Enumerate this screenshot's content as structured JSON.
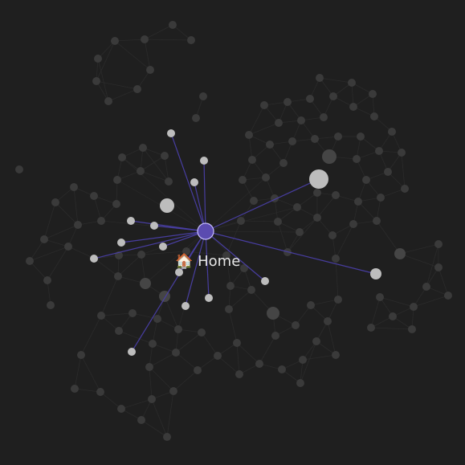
{
  "app": {
    "view": "graph",
    "theme": {
      "background": "#1f1f1f",
      "accent": "#5b4bb0",
      "accent_stroke": "#c9c0ff",
      "link_active": "#4a3fa6",
      "link_faded": "#2c2c2c",
      "node_active": "#bdbdbd",
      "node_faded": "#3a3a3a",
      "node_faded_large": "#454545"
    }
  },
  "focused_node": {
    "id": "home",
    "label": "🏠 Home",
    "icon": "house-icon"
  },
  "graph": {
    "nodes": [
      {
        "id": "home",
        "type": "focused"
      },
      {
        "id": "a1",
        "type": "active"
      },
      {
        "id": "a2",
        "type": "active"
      },
      {
        "id": "a3",
        "type": "active"
      },
      {
        "id": "a4",
        "type": "active"
      },
      {
        "id": "a5",
        "type": "active"
      },
      {
        "id": "a6",
        "type": "active"
      },
      {
        "id": "a7",
        "type": "active"
      },
      {
        "id": "a8",
        "type": "active"
      },
      {
        "id": "a9",
        "type": "active"
      },
      {
        "id": "a10",
        "type": "active"
      },
      {
        "id": "a11",
        "type": "active"
      },
      {
        "id": "a12",
        "type": "active"
      },
      {
        "id": "a13",
        "type": "active"
      },
      {
        "id": "a14",
        "type": "active"
      },
      {
        "id": "a15",
        "type": "active"
      },
      {
        "id": "a16",
        "type": "active"
      },
      {
        "id": "a17",
        "type": "active"
      }
    ],
    "faded_node_count": 190
  }
}
